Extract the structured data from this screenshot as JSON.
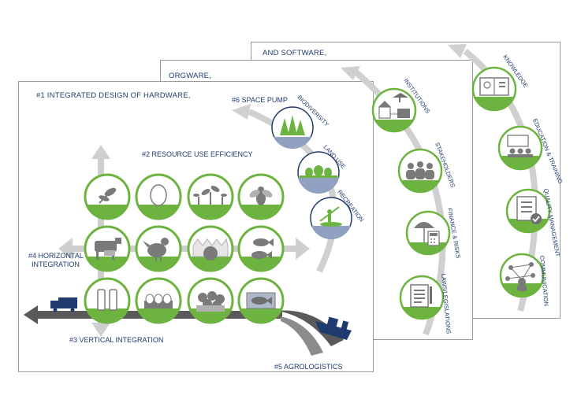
{
  "panels": {
    "software": {
      "title": "AND SOFTWARE,"
    },
    "orgware": {
      "title": "ORGWARE,"
    },
    "hardware": {
      "title": "#1 INTEGRATED DESIGN OF HARDWARE,"
    }
  },
  "labels": {
    "space_pump": "#6 SPACE PUMP",
    "resource_efficiency": "#2 RESOURCE USE EFFICIENCY",
    "horizontal_1": "#4 HORIZONTAL",
    "horizontal_2": "INTEGRATION",
    "vertical": "#3 VERTICAL INTEGRATION",
    "agrologistics": "#5 AGROLOGISTICS"
  },
  "space_circles": [
    "BIODIVERSITY",
    "LAND USE",
    "RECREATION"
  ],
  "orgware_circles": [
    "INSTITUTIONS",
    "STAKEHOLDERS",
    "FINANCE & RISKS",
    "LAWS/LEGISLATIONS"
  ],
  "software_circles": [
    "KNOWLEDGE",
    "EDUCATION & TRAINING",
    "QUALITY MANAGEMENT",
    "COMMUNICATION"
  ],
  "institution_sign": "KENGI",
  "grid_icons": [
    [
      "plant-cutting-icon",
      "egg-icon",
      "seedlings-icon",
      "fly-icon"
    ],
    [
      "cattle-icon",
      "chicken-icon",
      "greenhouse-tomato-icon",
      "fish-icon"
    ],
    [
      "milk-bottles-icon",
      "egg-tray-icon",
      "tomato-crate-icon",
      "fish-package-icon"
    ]
  ],
  "colors": {
    "green": "#6cb33f",
    "navy": "#1f3a6e",
    "gray": "#8a8a8a",
    "arrow": "#cfcfcf"
  }
}
